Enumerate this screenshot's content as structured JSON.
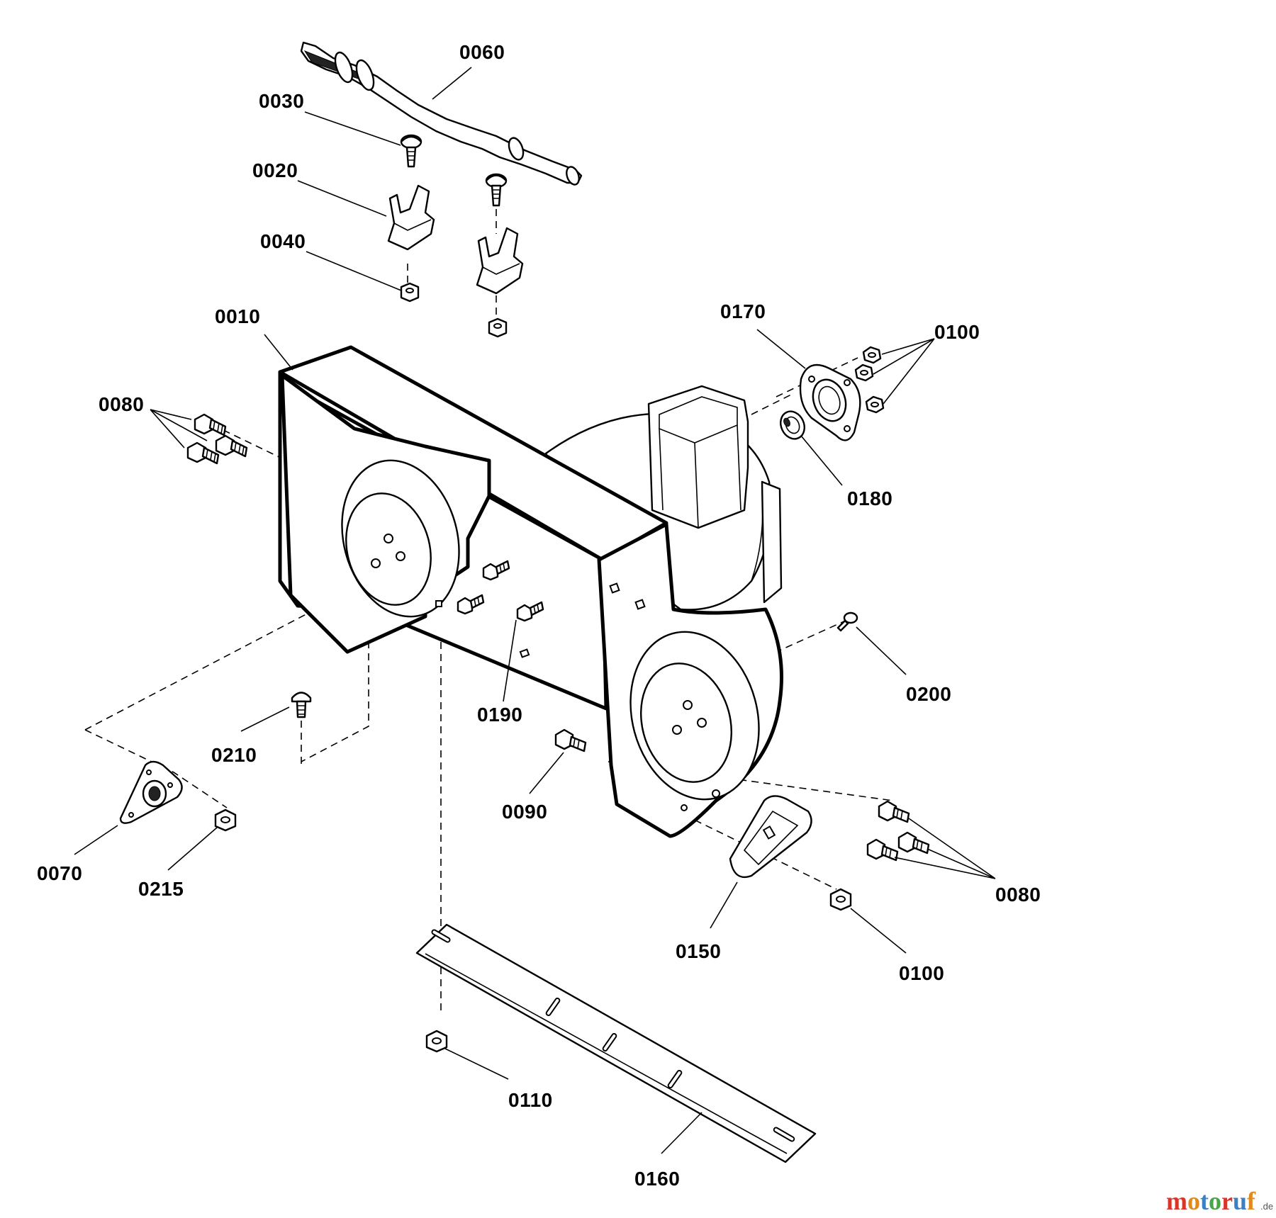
{
  "callouts": {
    "c0060": "0060",
    "c0030": "0030",
    "c0020": "0020",
    "c0040": "0040",
    "c0010": "0010",
    "c0080_left": "0080",
    "c0170": "0170",
    "c0100_top": "0100",
    "c0180": "0180",
    "c0190": "0190",
    "c0200": "0200",
    "c0210": "0210",
    "c0090": "0090",
    "c0070": "0070",
    "c0215": "0215",
    "c0150": "0150",
    "c0080_right": "0080",
    "c0100_bottom": "0100",
    "c0110": "0110",
    "c0160": "0160"
  },
  "watermark": {
    "letters": [
      "m",
      "o",
      "t",
      "o",
      "r",
      "u",
      "f"
    ],
    "colors": [
      "#d9362b",
      "#e08a1e",
      "#3b7fc4",
      "#4aa548",
      "#d9362b",
      "#3b7fc4",
      "#e08a1e"
    ],
    "suffix": ".de"
  }
}
